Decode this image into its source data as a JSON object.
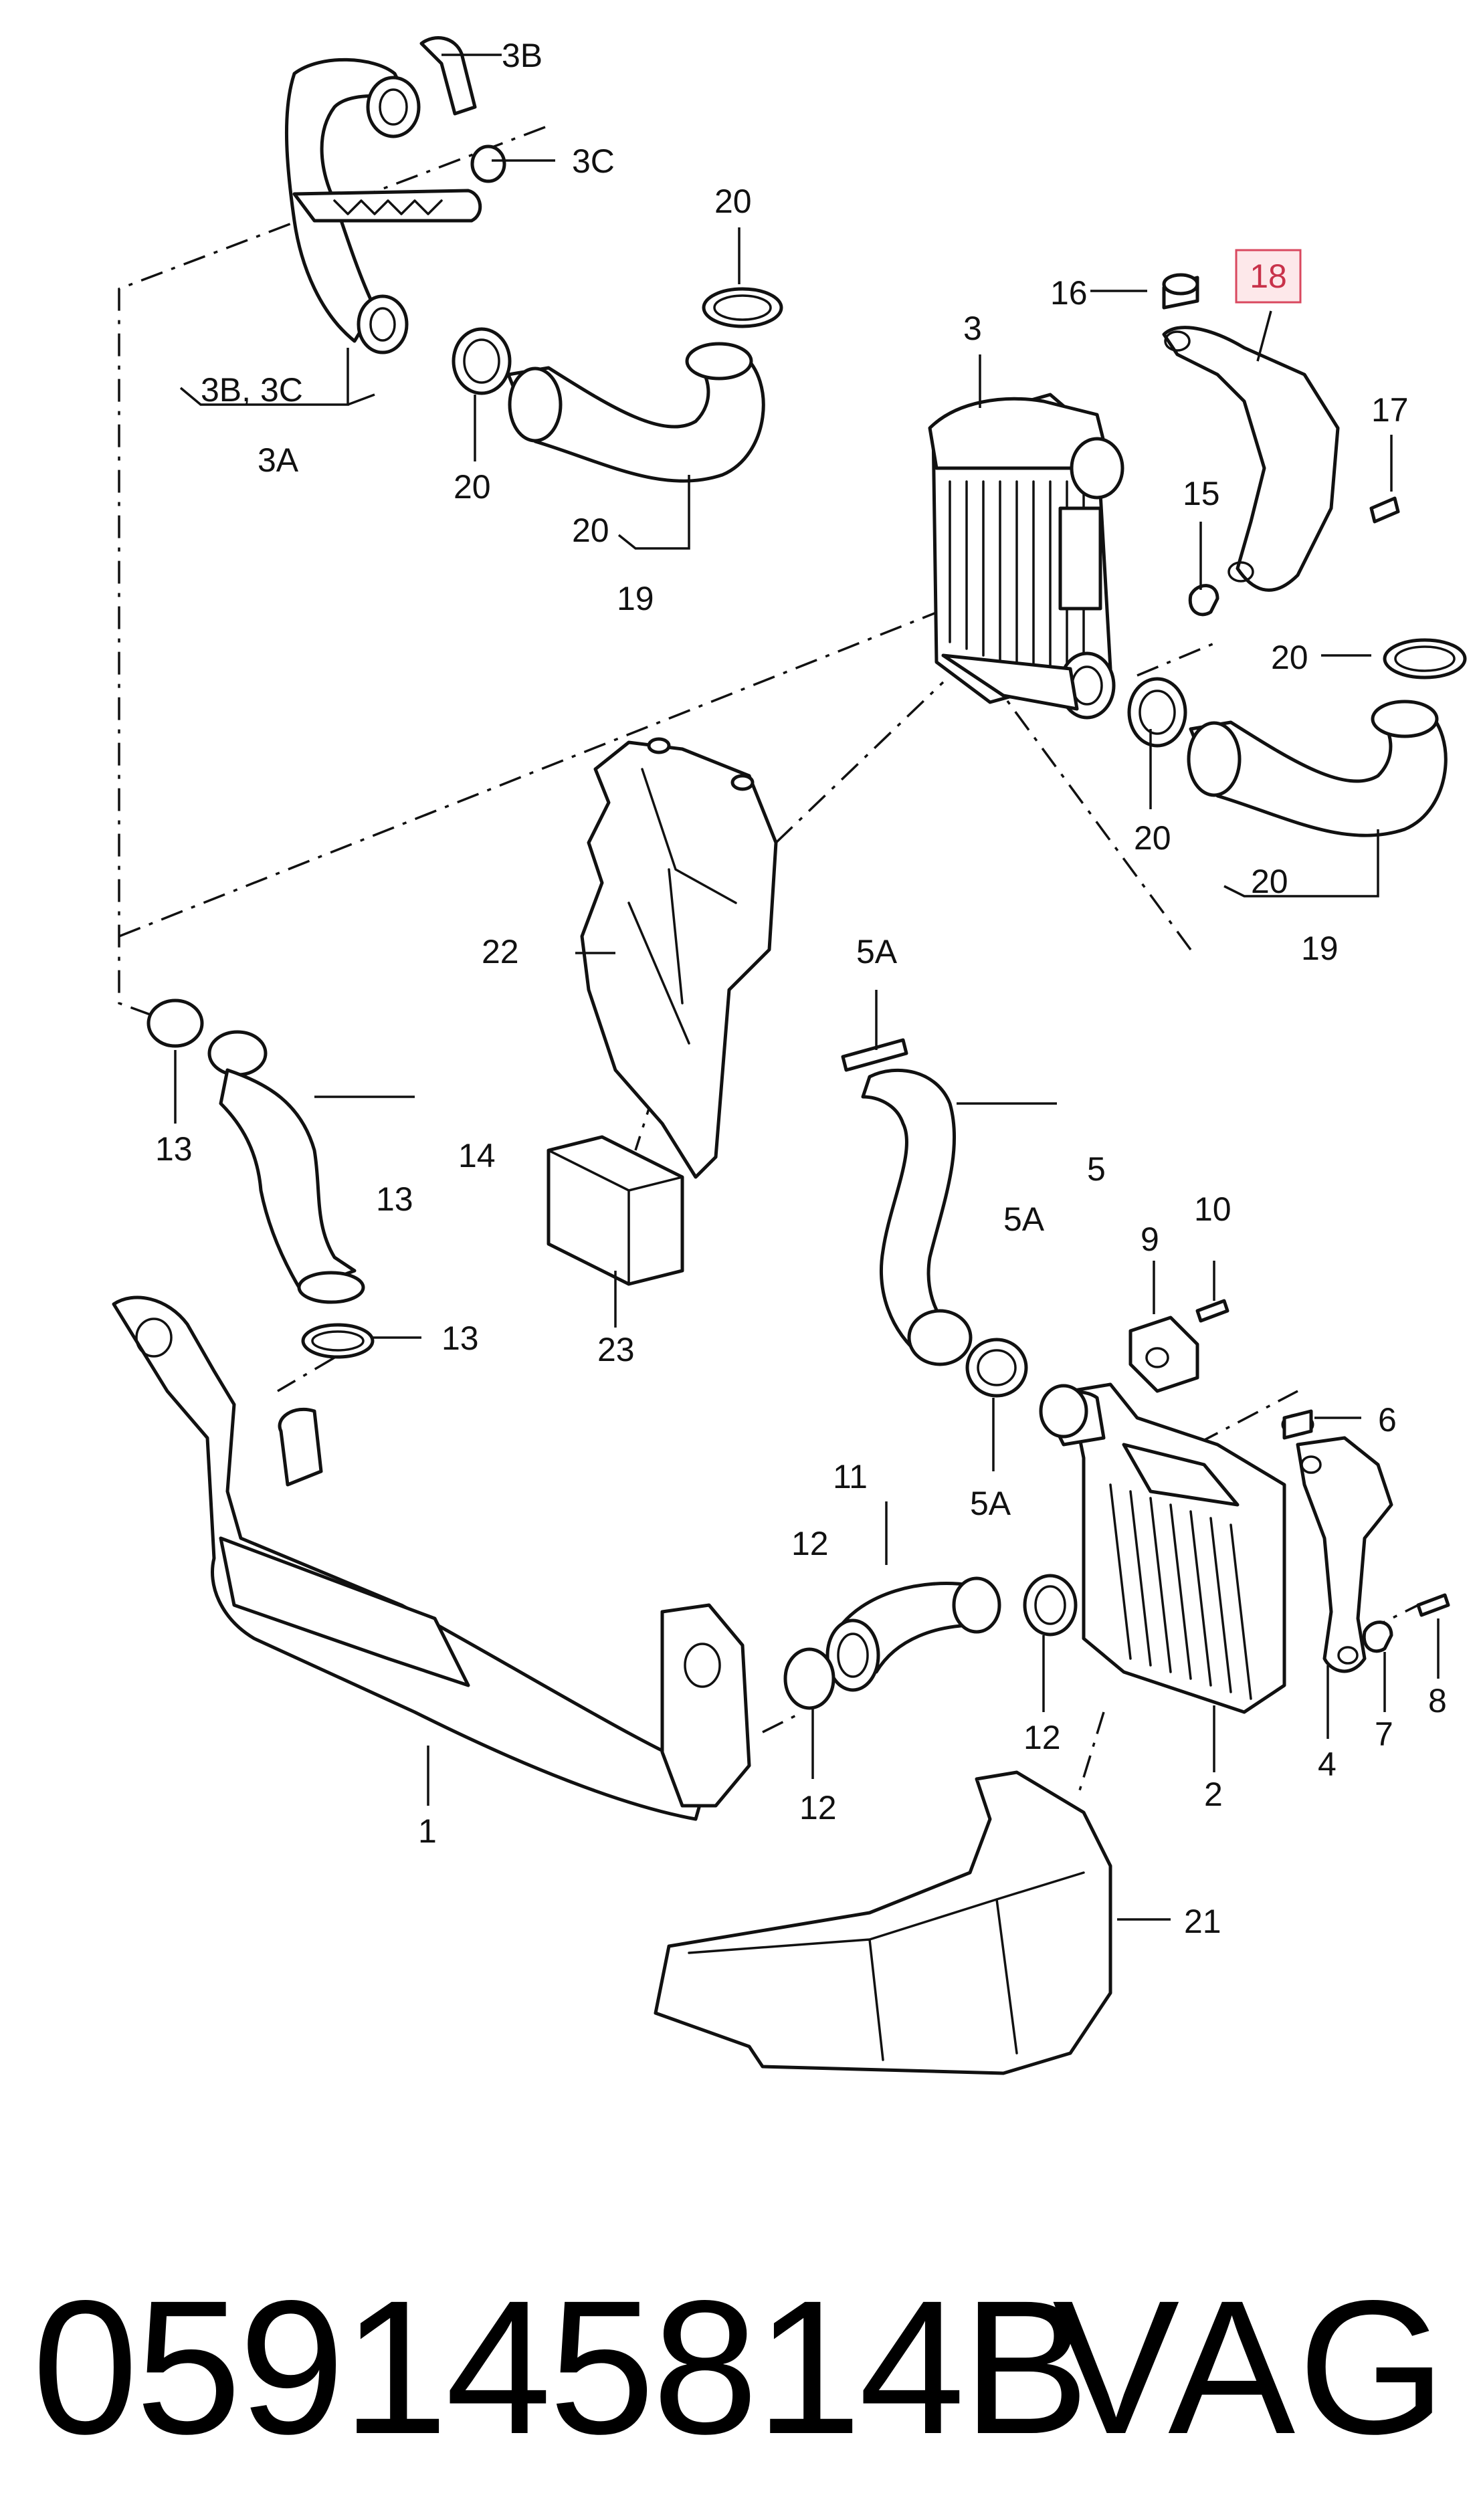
{
  "footer": {
    "part_number": "059145814B",
    "brand": "VAG"
  },
  "highlight": {
    "label": "18",
    "color": "#d9485f",
    "fill": "#fde8ea"
  },
  "labels": {
    "l3b": "3B",
    "l3c": "3C",
    "l3b3c": "3B, 3C",
    "l3a": "3A",
    "l20_a": "20",
    "l20_b": "20",
    "l20_c": "20",
    "l20_d": "20",
    "l20_e": "20",
    "l20_f": "20",
    "l19_a": "19",
    "l19_b": "19",
    "l3": "3",
    "l16": "16",
    "l17": "17",
    "l15": "15",
    "l22": "22",
    "l23": "23",
    "l13_a": "13",
    "l13_b": "13",
    "l13_c": "13",
    "l14": "14",
    "l5a_a": "5A",
    "l5a_b": "5A",
    "l5a_c": "5A",
    "l5": "5",
    "l9": "9",
    "l10": "10",
    "l6": "6",
    "l11": "11",
    "l12_a": "12",
    "l12_b": "12",
    "l12_c": "12",
    "l1": "1",
    "l2": "2",
    "l4": "4",
    "l7": "7",
    "l8": "8",
    "l21": "21"
  }
}
